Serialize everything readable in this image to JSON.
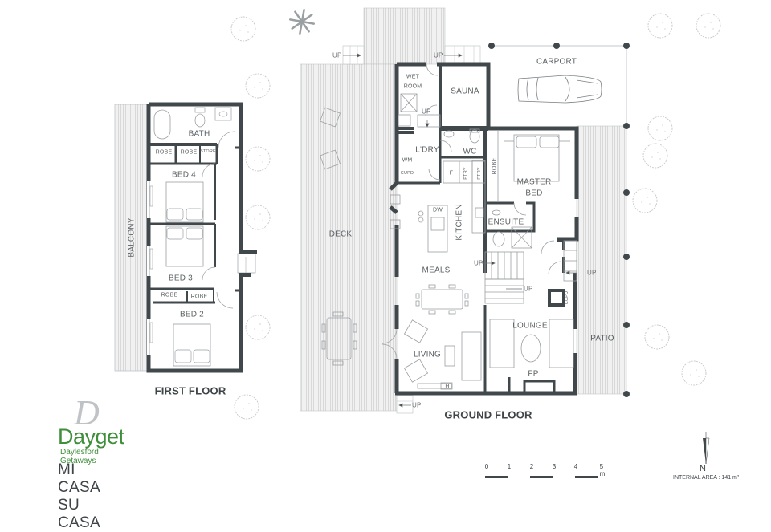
{
  "property": {
    "brand_monogram": "D",
    "brand_name": "Dayget",
    "brand_tagline": "Daylesford Getaways",
    "property_name": "MI CASA SU CASA",
    "brand_color": "#3f8f3a"
  },
  "floors": {
    "first_floor": {
      "title": "FIRST FLOOR",
      "rooms": [
        {
          "label": "BATH"
        },
        {
          "label": "ROBE"
        },
        {
          "label": "ROBE"
        },
        {
          "label": "STORE"
        },
        {
          "label": "BED 4"
        },
        {
          "label": "BED 3"
        },
        {
          "label": "ROBE"
        },
        {
          "label": "ROBE"
        },
        {
          "label": "BED 2"
        },
        {
          "label": "BALCONY"
        }
      ]
    },
    "ground_floor": {
      "title": "GROUND FLOOR",
      "rooms": [
        {
          "label": "WET"
        },
        {
          "label": "ROOM"
        },
        {
          "label": "SAUNA"
        },
        {
          "label": "CARPORT"
        },
        {
          "label": "L'DRY"
        },
        {
          "label": "WC"
        },
        {
          "label": "WM"
        },
        {
          "label": "CUPD"
        },
        {
          "label": "F"
        },
        {
          "label": "PTRY"
        },
        {
          "label": "PTRY"
        },
        {
          "label": "ROBE"
        },
        {
          "label": "MASTER"
        },
        {
          "label": "BED"
        },
        {
          "label": "DW"
        },
        {
          "label": "KITCHEN"
        },
        {
          "label": "ENSUITE"
        },
        {
          "label": "DECK"
        },
        {
          "label": "MEALS"
        },
        {
          "label": "LOUNGE"
        },
        {
          "label": "LIVING"
        },
        {
          "label": "FP"
        },
        {
          "label": "H"
        },
        {
          "label": "PATIO"
        },
        {
          "label": "CUPD"
        }
      ],
      "stair_labels": [
        "UP",
        "UP",
        "UP",
        "UP",
        "UP",
        "UP",
        "UP"
      ]
    }
  },
  "scale_bar": {
    "ticks": [
      "0",
      "1",
      "2",
      "3",
      "4",
      "5 m"
    ]
  },
  "north": {
    "label": "N"
  },
  "internal_area": "INTERNAL AREA : 141 m²",
  "colors": {
    "wall": "#41484b",
    "deck": "#e9e9e9",
    "line": "#9a9fa2",
    "text": "#5a5f62"
  }
}
